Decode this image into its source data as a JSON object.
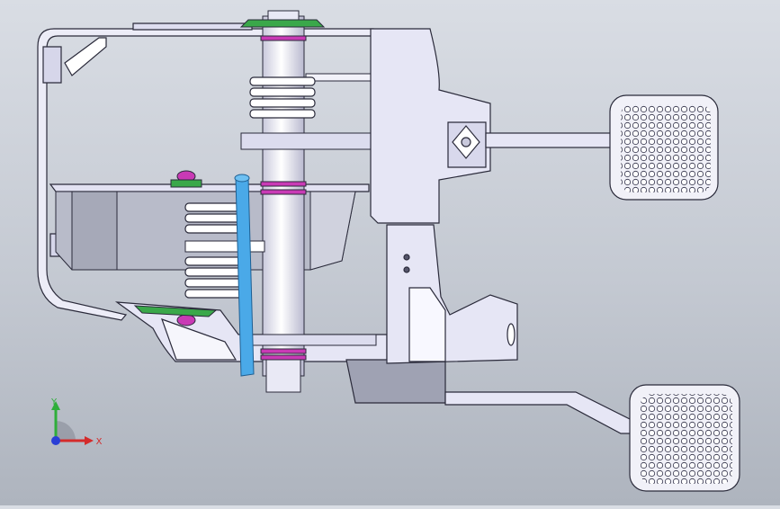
{
  "window": {
    "title": ""
  },
  "model_view": {
    "description_free": true,
    "colors": {
      "background_top": "#d9dde4",
      "background_bottom": "#aeb4be",
      "part_fill": "#e6e6f5",
      "part_shade": "#c7c8e3",
      "part_edge": "#2a2a3a",
      "spring_fill": "#ffffff",
      "rod_blue": "#4aa9e8",
      "bolt_magenta": "#c93ab5",
      "washer_green": "#3aa84a",
      "pedal_pad": "#f1f1f8"
    },
    "parts": [
      "bracket-frame",
      "lower-bracket",
      "spring-upper",
      "spring-lower",
      "shaft",
      "pivot-plate",
      "clutch-pedal-arm",
      "brake-pedal-arm",
      "clutch-pedal-pad",
      "brake-pedal-pad",
      "link-rod"
    ]
  },
  "triad": {
    "x_label": "X",
    "y_label": "Y",
    "x_color": "#d42b2b",
    "y_color": "#2fae3a",
    "z_color": "#2a3fd6"
  }
}
